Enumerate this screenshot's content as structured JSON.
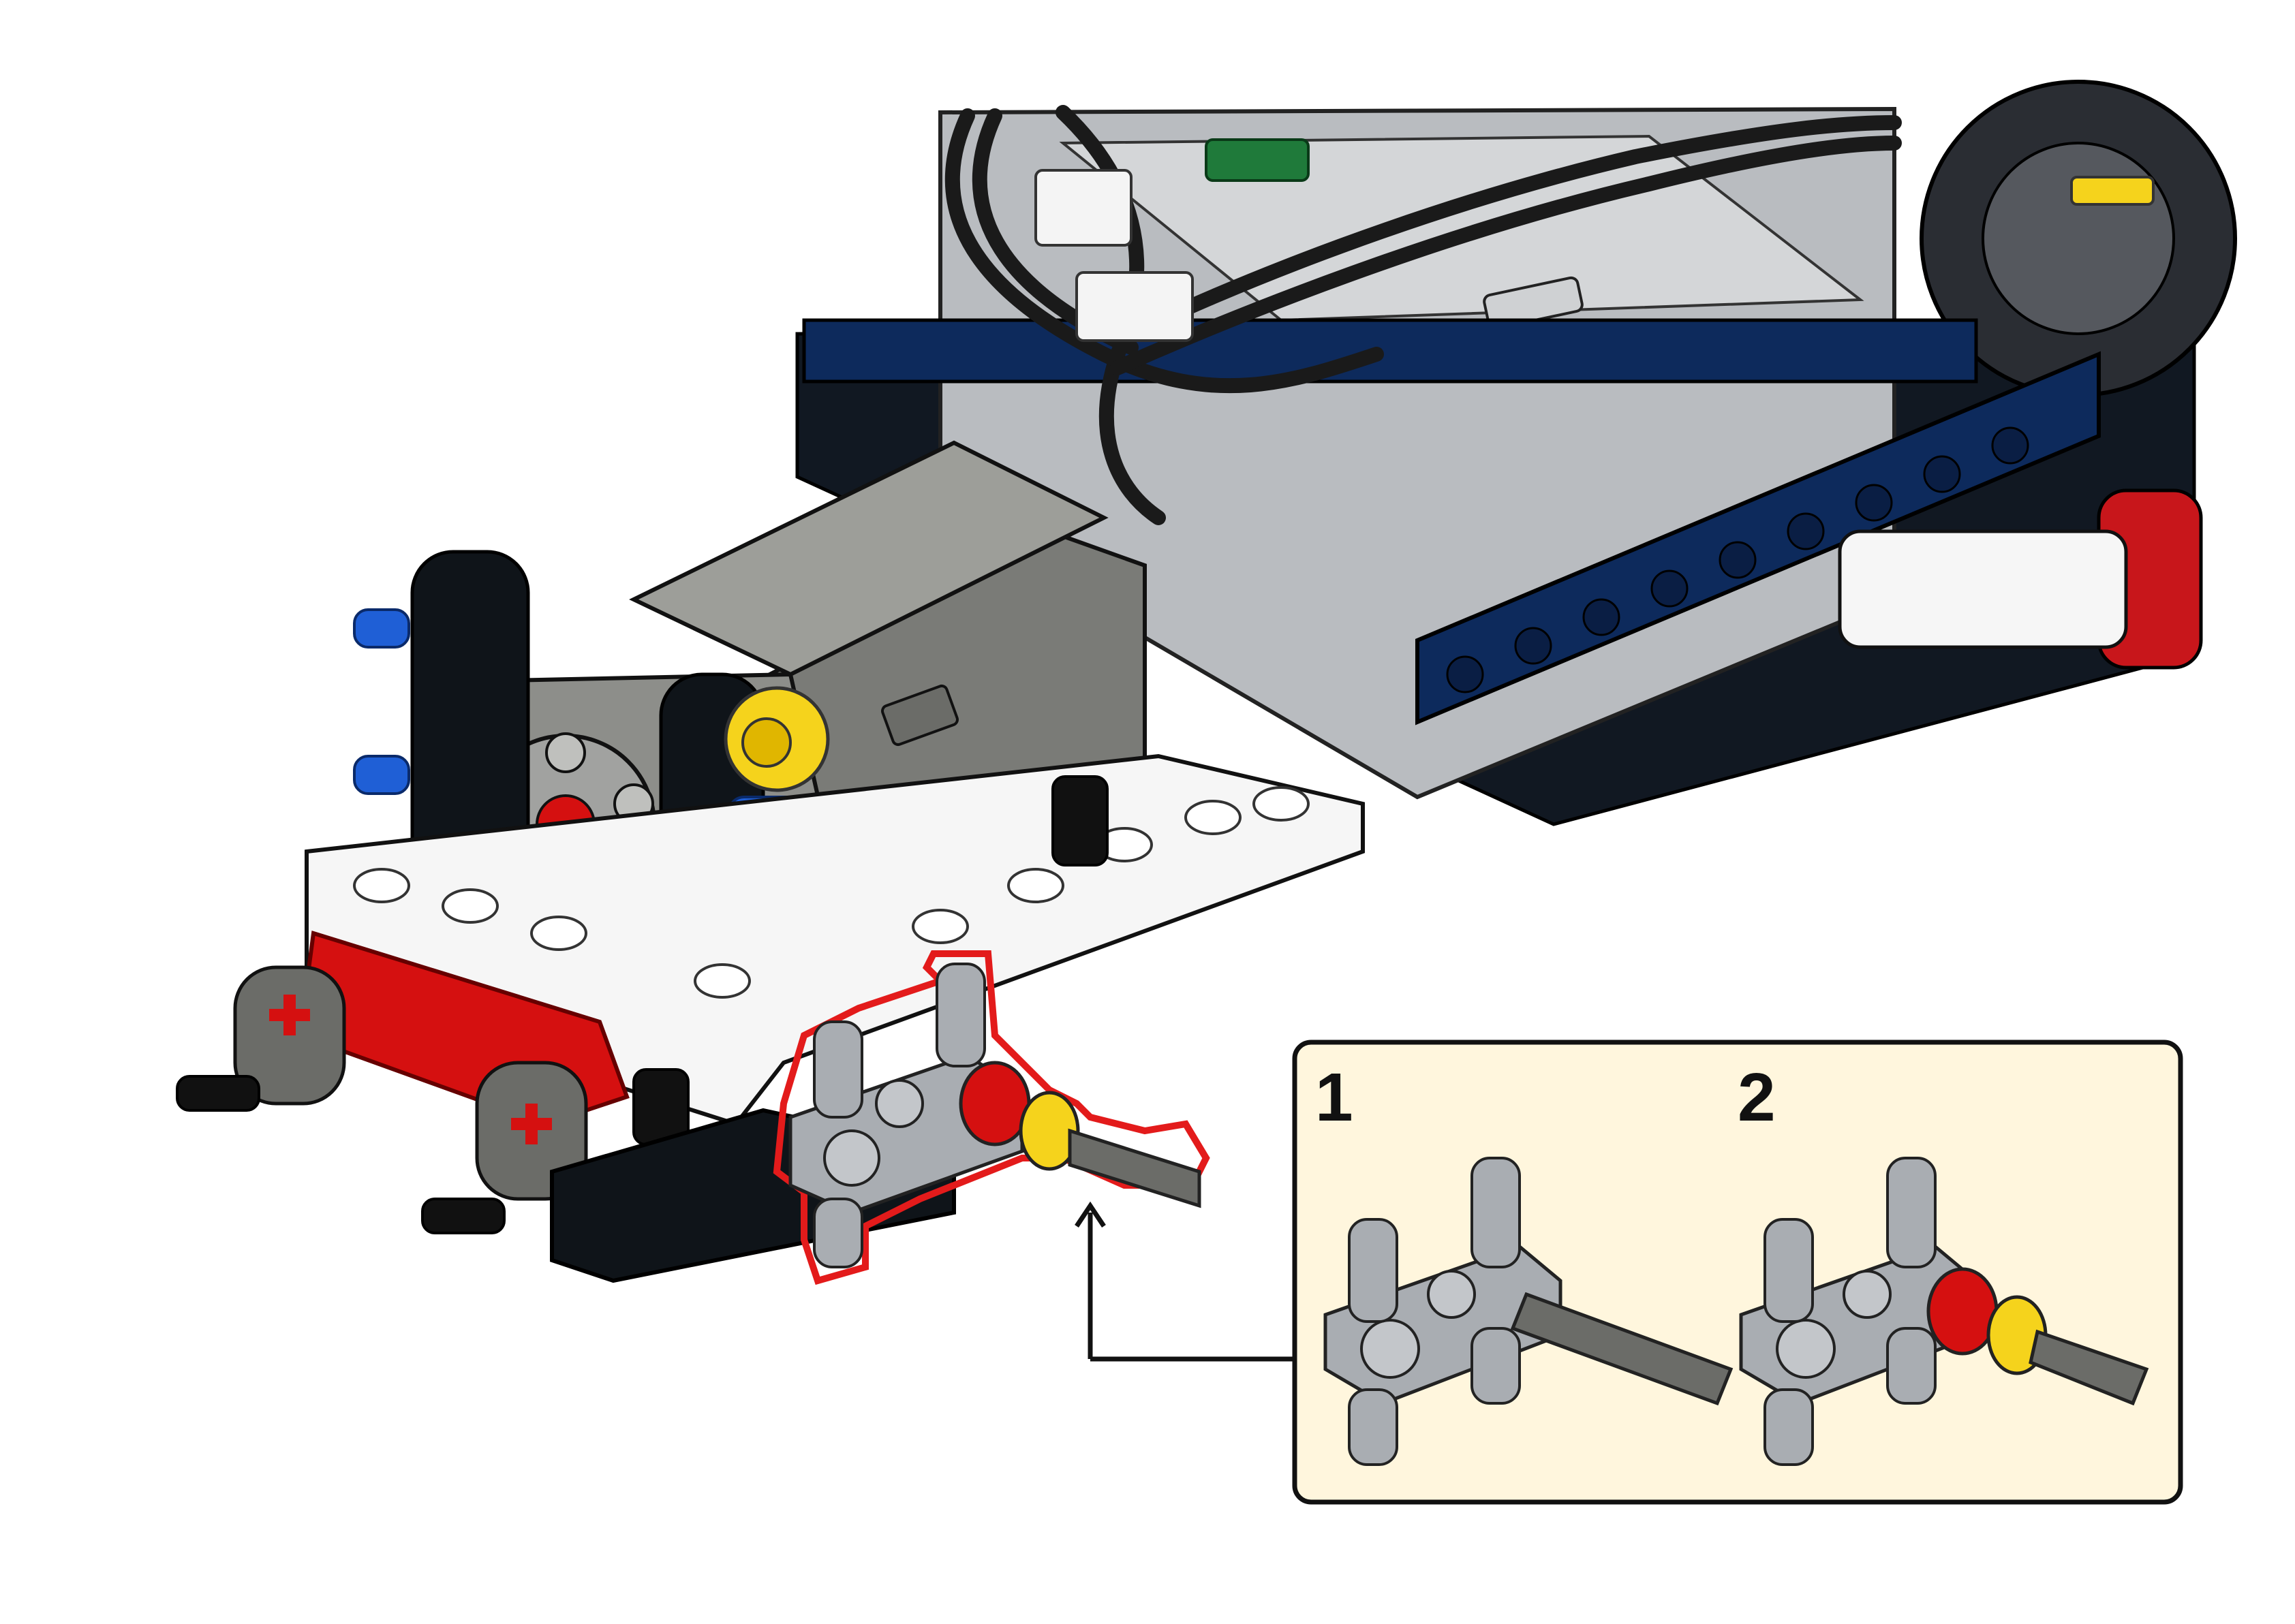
{
  "substeps": [
    {
      "number": "1"
    },
    {
      "number": "2"
    }
  ],
  "callout": {
    "background": "#fff6dd",
    "border": "#111111",
    "arrow": "up-arrow-icon"
  },
  "colors": {
    "highlight": "#e31b1b",
    "light_gray": "#a9adb2",
    "dark_gray": "#6b6c68",
    "black": "#0f1419",
    "dark_blue": "#0d2a5c",
    "blue": "#1f5fd6",
    "red": "#d51010",
    "yellow": "#f5d31c",
    "white": "#f6f6f6"
  },
  "parts": [
    "motor",
    "hub",
    "cables",
    "beams",
    "pins",
    "axle",
    "bushing",
    "cross-block",
    "gear"
  ]
}
